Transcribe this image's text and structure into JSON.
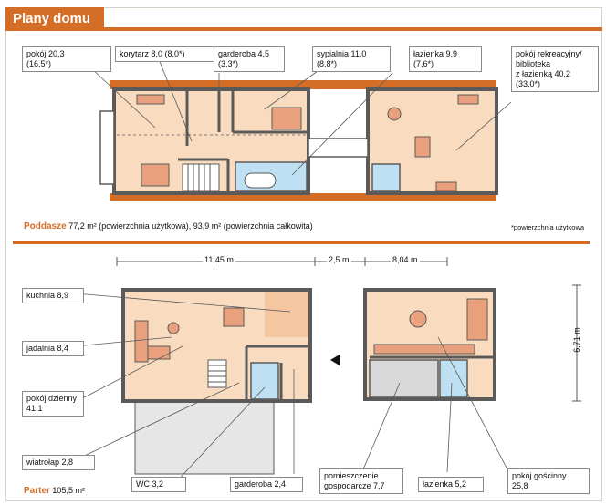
{
  "title": "Plany domu",
  "attic": {
    "name": "Poddasze",
    "area_text": "77,2 m² (powierzchnia użytkowa), 93,9 m² (powierzchnia całkowita)",
    "footnote": "*powierzchnia użytkowa",
    "rooms": [
      {
        "label": "pokój 20,3\n(16,5*)"
      },
      {
        "label": "korytarz 8,0 (8,0*)"
      },
      {
        "label": "garderoba 4,5\n(3,3*)"
      },
      {
        "label": "sypialnia 11,0\n(8,8*)"
      },
      {
        "label": "łazienka 9,9\n(7,6*)"
      },
      {
        "label": "pokój rekreacyjny/\nbiblioteka\nz łazienką 40,2\n(33,0*)"
      }
    ]
  },
  "ground": {
    "name": "Parter",
    "area_text": "105,5 m²",
    "dimensions": {
      "left": "11,45 m",
      "gap": "2,5 m",
      "right": "8,04 m",
      "height": "6,71 m"
    },
    "rooms": [
      {
        "label": "kuchnia 8,9"
      },
      {
        "label": "jadalnia 8,4"
      },
      {
        "label": "pokój dzienny\n41,1"
      },
      {
        "label": "wiatrołap 2,8"
      },
      {
        "label": "WC 3,2"
      },
      {
        "label": "garderoba 2,4"
      },
      {
        "label": "pomieszczenie\ngospodarcze 7,7"
      },
      {
        "label": "łazienka 5,2"
      },
      {
        "label": "pokój gościnny\n25,8"
      }
    ]
  },
  "colors": {
    "accent": "#d46e27",
    "floor": "#f9dcc0",
    "bath": "#bfe0f2",
    "wall": "#5a5a5a"
  }
}
